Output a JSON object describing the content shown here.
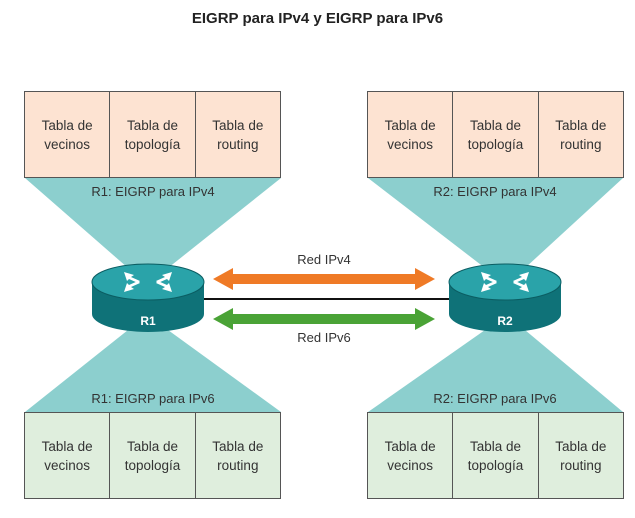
{
  "title": "EIGRP para IPv4 y EIGRP para IPv6",
  "colors": {
    "ipv4_table_fill": "#fde3d2",
    "ipv6_table_fill": "#dfeedd",
    "funnel_fill": "#8ccfce",
    "router_body": "#1d8f96",
    "ipv4_arrow": "#ef7a26",
    "ipv6_arrow": "#4aa336"
  },
  "routers": [
    {
      "name": "R1",
      "icon": "router-icon",
      "ipv4_label": "R1: EIGRP para IPv4",
      "ipv6_label": "R1: EIGRP para IPv6",
      "ipv4_tables": [
        "Tabla de vecinos",
        "Tabla de topología",
        "Tabla de routing"
      ],
      "ipv6_tables": [
        "Tabla de vecinos",
        "Tabla de topología",
        "Tabla de routing"
      ]
    },
    {
      "name": "R2",
      "icon": "router-icon",
      "ipv4_label": "R2: EIGRP para IPv4",
      "ipv6_label": "R2: EIGRP para IPv6",
      "ipv4_tables": [
        "Tabla de vecinos",
        "Tabla de topología",
        "Tabla de routing"
      ],
      "ipv6_tables": [
        "Tabla de vecinos",
        "Tabla de topología",
        "Tabla de routing"
      ]
    }
  ],
  "networks": {
    "ipv4": "Red IPv4",
    "ipv6": "Red IPv6"
  }
}
